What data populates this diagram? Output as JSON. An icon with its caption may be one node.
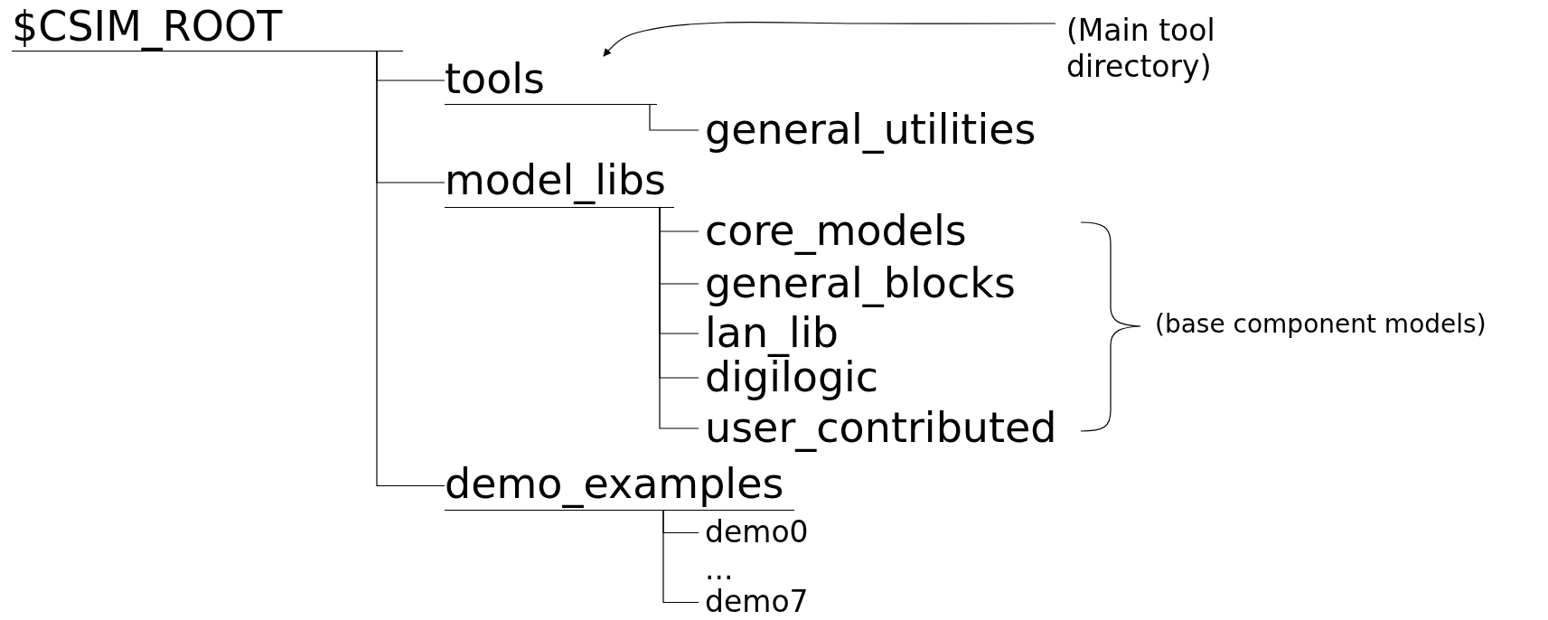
{
  "diagram": {
    "nodes": [
      {
        "text": [
          "$CSIM_ROOT"
        ]
      },
      {
        "text": [
          "tools"
        ]
      },
      {
        "text": [
          "general_utilities"
        ]
      },
      {
        "text": [
          "model_libs"
        ]
      },
      {
        "text": [
          "core_models"
        ]
      },
      {
        "text": [
          "general_blocks"
        ]
      },
      {
        "text": [
          "lan_lib"
        ]
      },
      {
        "text": [
          "digilogic"
        ]
      },
      {
        "text": [
          "user_contributed"
        ]
      },
      {
        "text": [
          "demo_examples"
        ]
      },
      {
        "text": [
          "demo0"
        ]
      },
      {
        "text": [
          "demo7"
        ]
      },
      {
        "text": [
          "(Main tool directory)"
        ]
      }
    ],
    "edges": [
      {
        "from": 0,
        "to": 1,
        "arrow": "none"
      },
      {
        "from": 0,
        "to": 3,
        "arrow": "none"
      },
      {
        "from": 0,
        "to": 9,
        "arrow": "none"
      },
      {
        "from": 1,
        "to": 2,
        "arrow": "none"
      },
      {
        "from": 3,
        "to": 4,
        "arrow": "none"
      },
      {
        "from": 3,
        "to": 5,
        "arrow": "none"
      },
      {
        "from": 3,
        "to": 6,
        "arrow": "none"
      },
      {
        "from": 3,
        "to": 7,
        "arrow": "none"
      },
      {
        "from": 3,
        "to": 8,
        "arrow": "none"
      },
      {
        "from": 9,
        "to": 10,
        "arrow": "none"
      },
      {
        "from": 9,
        "to": 11,
        "arrow": "none"
      },
      {
        "from": 12,
        "to": 1,
        "arrow": "to"
      }
    ],
    "labels": [
      "(base component models)",
      "..."
    ]
  }
}
